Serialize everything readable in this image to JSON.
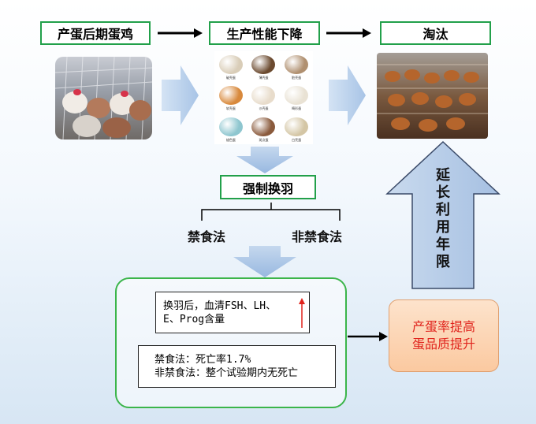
{
  "flow": {
    "stage1": "产蛋后期蛋鸡",
    "stage2": "生产性能下降",
    "stage3": "淘汰",
    "molting": "强制换羽",
    "method_fasting": "禁食法",
    "method_nonfasting": "非禁食法"
  },
  "eggs": [
    {
      "caption": "破壳蛋",
      "color": "#d9cdb8"
    },
    {
      "caption": "薄壳蛋",
      "color": "#6b4a2f"
    },
    {
      "caption": "脏壳蛋",
      "color": "#b09070"
    },
    {
      "caption": "软壳蛋",
      "color": "#d8893c"
    },
    {
      "caption": "沙壳蛋",
      "color": "#e8dccb"
    },
    {
      "caption": "畸形蛋",
      "color": "#e9e2d4"
    },
    {
      "caption": "褪色蛋",
      "color": "#8ec6cf"
    },
    {
      "caption": "斑点蛋",
      "color": "#8a5a3c"
    },
    {
      "caption": "白壳蛋",
      "color": "#d4c6a5"
    }
  ],
  "panel": {
    "hormone_line1": "换羽后，血清FSH、LH、",
    "hormone_line2": "E、Prog含量",
    "mortality_line1": "禁食法：死亡率1.7%",
    "mortality_line2": "非禁食法：整个试验期内无死亡"
  },
  "result": {
    "line1": "产蛋率提高",
    "line2": "蛋品质提升"
  },
  "extend": {
    "chars": [
      "延",
      "长",
      "利",
      "用",
      "年",
      "限"
    ]
  },
  "colors": {
    "box_border": "#22a04a",
    "arrow_blue": "#a9c6e8",
    "result_text": "#e0231c",
    "up_arrow": "#e0231c"
  }
}
